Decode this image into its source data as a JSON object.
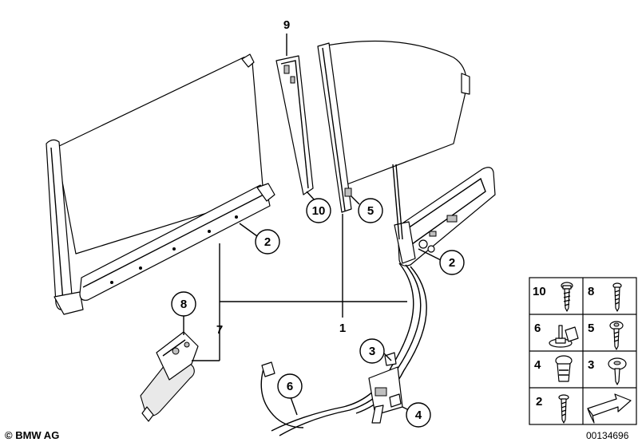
{
  "callouts": {
    "c9": "9",
    "c10": "10",
    "c5": "5",
    "c2_left": "2",
    "c2_right": "2",
    "c8": "8",
    "c7": "7",
    "c1": "1",
    "c3": "3",
    "c6": "6",
    "c4": "4"
  },
  "legend": {
    "cells": [
      "10",
      "8",
      "6",
      "5",
      "4",
      "3",
      "2"
    ]
  },
  "footer": {
    "copyright": "© BMW AG",
    "document_number": "00134696"
  }
}
